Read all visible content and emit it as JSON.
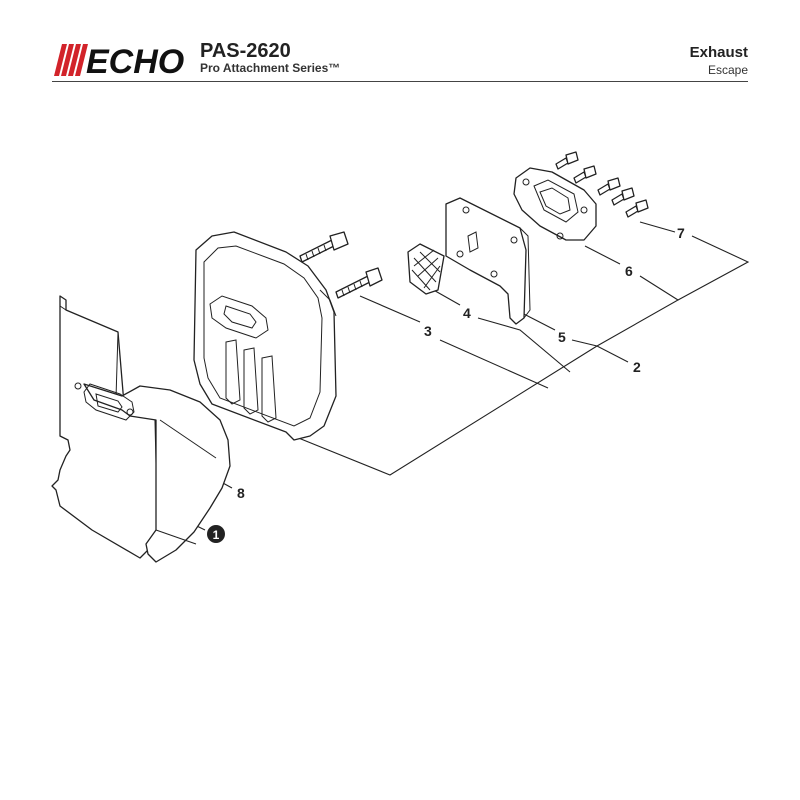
{
  "header": {
    "brand": "ECHO",
    "model": "PAS-2620",
    "series": "Pro Attachment Series™",
    "title_en": "Exhaust",
    "title_es": "Escape"
  },
  "callouts": [
    "1",
    "2",
    "3",
    "4",
    "5",
    "6",
    "7",
    "8"
  ],
  "colors": {
    "ink": "#222222",
    "brand_red": "#d2232a",
    "background": "#ffffff"
  }
}
